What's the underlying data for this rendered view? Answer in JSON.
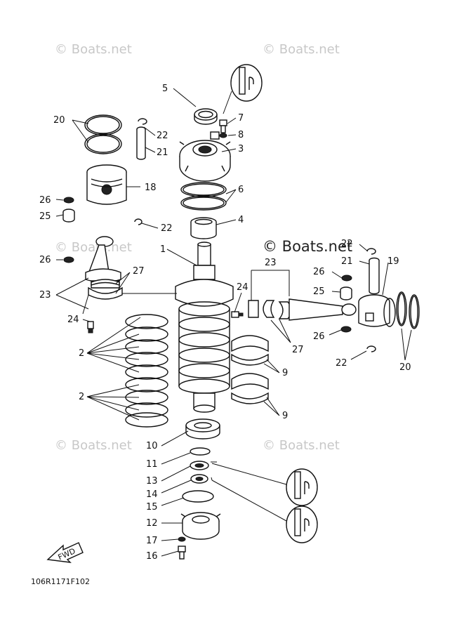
{
  "watermarks": {
    "tl": "© Boats.net",
    "tr": "© Boats.net",
    "center": "© Boats.net",
    "ml": "© Boats.net",
    "bl": "© Boats.net",
    "br": "© Boats.net"
  },
  "drawing_code": "106R1171F102",
  "fwd_label": "FWD",
  "callouts": {
    "c5": "5",
    "c7": "7",
    "c8": "8",
    "c3": "3",
    "c6": "6",
    "c4": "4",
    "c1": "1",
    "c20a": "20",
    "c22a": "22",
    "c21a": "21",
    "c18": "18",
    "c26a": "26",
    "c25a": "25",
    "c22b": "22",
    "c26b": "26",
    "c27a": "27",
    "c23a": "23",
    "c24a": "24",
    "c2a": "2",
    "c2b": "2",
    "c9a": "9",
    "c9b": "9",
    "c10": "10",
    "c11": "11",
    "c13": "13",
    "c14": "14",
    "c15": "15",
    "c12": "12",
    "c17": "17",
    "c16": "16",
    "c22c": "22",
    "c21b": "21",
    "c19": "19",
    "c23b": "23",
    "c26c": "26",
    "c24b": "24",
    "c25b": "25",
    "c26d": "26",
    "c27b": "27",
    "c22d": "22",
    "c20b": "20"
  },
  "colors": {
    "line": "#111111",
    "watermark": "#c8c8c8"
  },
  "icons": [
    "grease-tube-icon",
    "fwd-arrow-icon"
  ]
}
